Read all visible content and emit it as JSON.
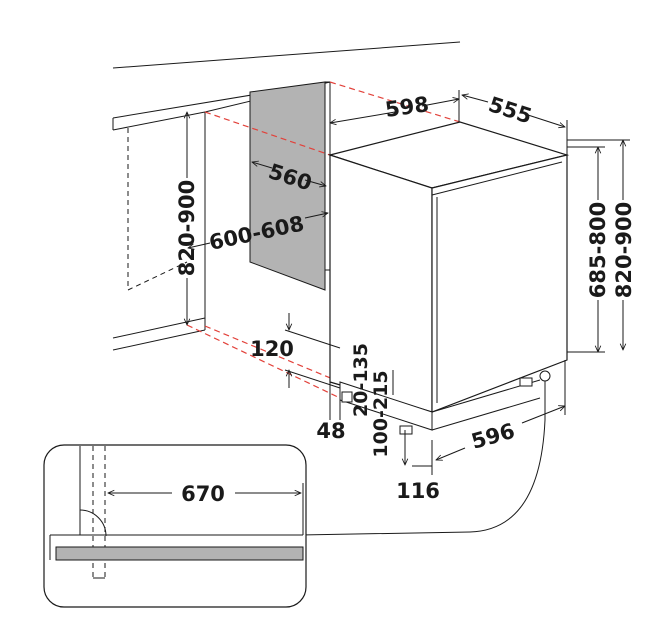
{
  "dimensions": {
    "niche_depth": "560",
    "niche_width": "600-608",
    "niche_height": "820-900",
    "appliance_width": "598",
    "appliance_depth": "555",
    "appliance_height_body": "685-800",
    "appliance_height_total": "820-900",
    "plinth_height": "120",
    "feet_range_a": "20-135",
    "feet_range_b": "100-215",
    "plinth_offset": "48",
    "base_depth": "596",
    "rear_offset": "116",
    "door_swing_clearance": "670"
  },
  "colors": {
    "niche_panel": "#b3b3b3",
    "guide_lines": "#e2413a",
    "strokes": "#1a1a1a",
    "counter_plate": "#b3b3b3"
  }
}
